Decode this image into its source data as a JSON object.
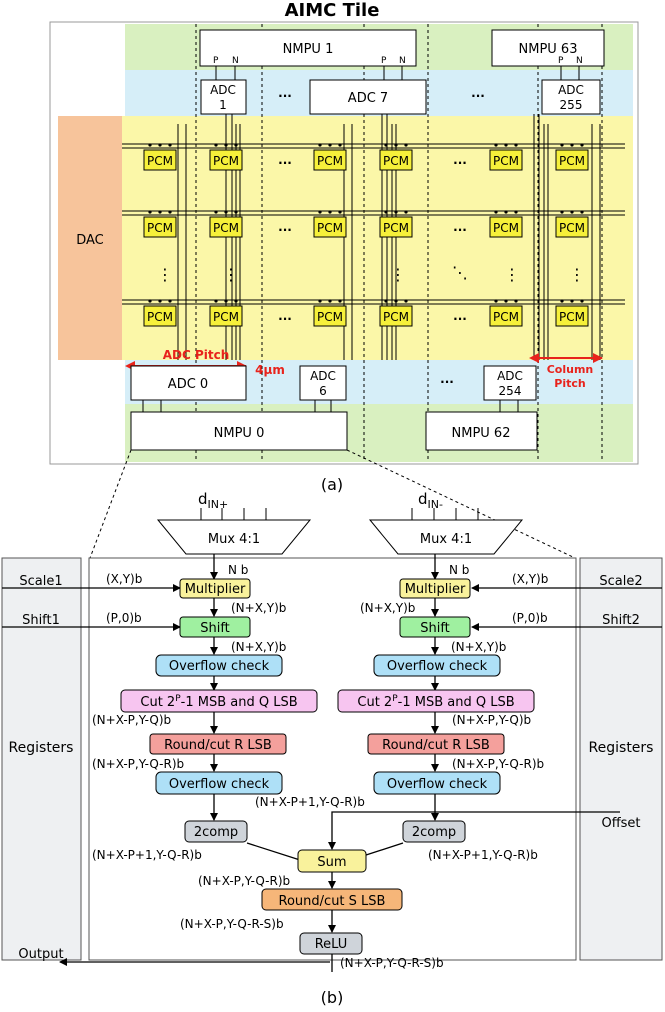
{
  "tile": {
    "title": "AIMC Tile",
    "dac": "DAC",
    "nmpu_top": [
      "NMPU 1",
      "NMPU 63"
    ],
    "nmpu_bottom": [
      "NMPU 0",
      "NMPU 62"
    ],
    "adc_top": {
      "a1_line1": "ADC",
      "a1_line2": "1",
      "a7": "ADC 7",
      "a255_line1": "ADC",
      "a255_line2": "255"
    },
    "adc_bottom": {
      "a0": "ADC 0",
      "a6_line1": "ADC",
      "a6_line2": "6",
      "a254_line1": "ADC",
      "a254_line2": "254"
    },
    "pin_p": "P",
    "pin_n": "N",
    "cell": "PCM",
    "ellipsis_h": "···",
    "ellipsis_v": "⋮",
    "ellipsis_d": "⋱",
    "adc_pitch": "ADC Pitch",
    "four_um": "4μm",
    "column_pitch_1": "Column",
    "column_pitch_2": "Pitch",
    "caption": "(a)",
    "colors": {
      "green": "#d9f0c0",
      "blue": "#d6eef8",
      "yellow": "#fbf7a8",
      "pcm": "#f6f03a",
      "dac": "#f7c49b",
      "pitch": "#e8231c"
    }
  },
  "nmpu": {
    "d_in_plus": "d",
    "d_in_plus_sub": "IN+",
    "d_in_minus": "d",
    "d_in_minus_sub": "IN-",
    "mux": "Mux 4:1",
    "nb": "N b",
    "registers": "Registers",
    "scale1": "Scale1",
    "scale2": "Scale2",
    "shift1": "Shift1",
    "shift2": "Shift2",
    "offset": "Offset",
    "output": "Output",
    "xy": "(X,Y)b",
    "p0": "(P,0)b",
    "nxy": "(N+X,Y)b",
    "multiplier": "Multiplier",
    "shift": "Shift",
    "overflow": "Overflow check",
    "cut_a": "Cut 2",
    "cut_sup": "P",
    "cut_b": "-1 MSB and Q LSB",
    "nxpyq": "(N+X-P,Y-Q)b",
    "round_r": "Round/cut R LSB",
    "nxpyqr": "(N+X-P,Y-Q-R)b",
    "nxp1yqr": "(N+X-P+1,Y-Q-R)b",
    "twocomp": "2comp",
    "sum": "Sum",
    "round_s": "Round/cut S LSB",
    "nxpyqrs": "(N+X-P,Y-Q-R-S)b",
    "relu": "ReLU",
    "caption": "(b)",
    "colors": {
      "multiplier": "#f9f29c",
      "shift": "#9ff0a0",
      "overflow": "#aee0f7",
      "cut": "#f7c5f0",
      "round_r": "#f4a09c",
      "twocomp": "#cfd4da",
      "sum": "#f9f29c",
      "round_s": "#f6b679",
      "relu": "#cfd4da",
      "reg": "#eef0f2"
    }
  }
}
